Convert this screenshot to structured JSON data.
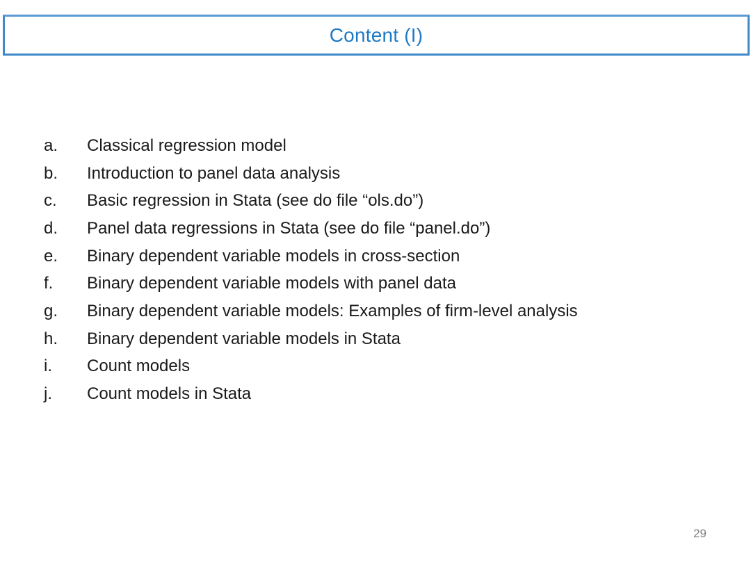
{
  "slide": {
    "title": "Content (I)",
    "page_number": "29",
    "items": [
      {
        "letter": "a.",
        "text": "Classical regression model"
      },
      {
        "letter": "b.",
        "text": "Introduction to panel data analysis"
      },
      {
        "letter": "c.",
        "text": "Basic regression in Stata (see do file “ols.do”)"
      },
      {
        "letter": "d.",
        "text": "Panel data regressions in Stata (see do file “panel.do”)"
      },
      {
        "letter": "e.",
        "text": "Binary dependent variable models in cross-section"
      },
      {
        "letter": "f.",
        "text": "Binary dependent variable models with panel data"
      },
      {
        "letter": "g.",
        "text": "Binary dependent variable models: Examples of firm-level analysis"
      },
      {
        "letter": "h.",
        "text": "Binary dependent variable models in Stata"
      },
      {
        "letter": "i.",
        "text": "Count models"
      },
      {
        "letter": "j.",
        "text": "Count models in Stata"
      }
    ],
    "colors": {
      "title_text": "#1f7ac4",
      "title_border": "#4189c9",
      "body_text": "#1a1a1a",
      "page_number_text": "#7f7f7f"
    }
  }
}
